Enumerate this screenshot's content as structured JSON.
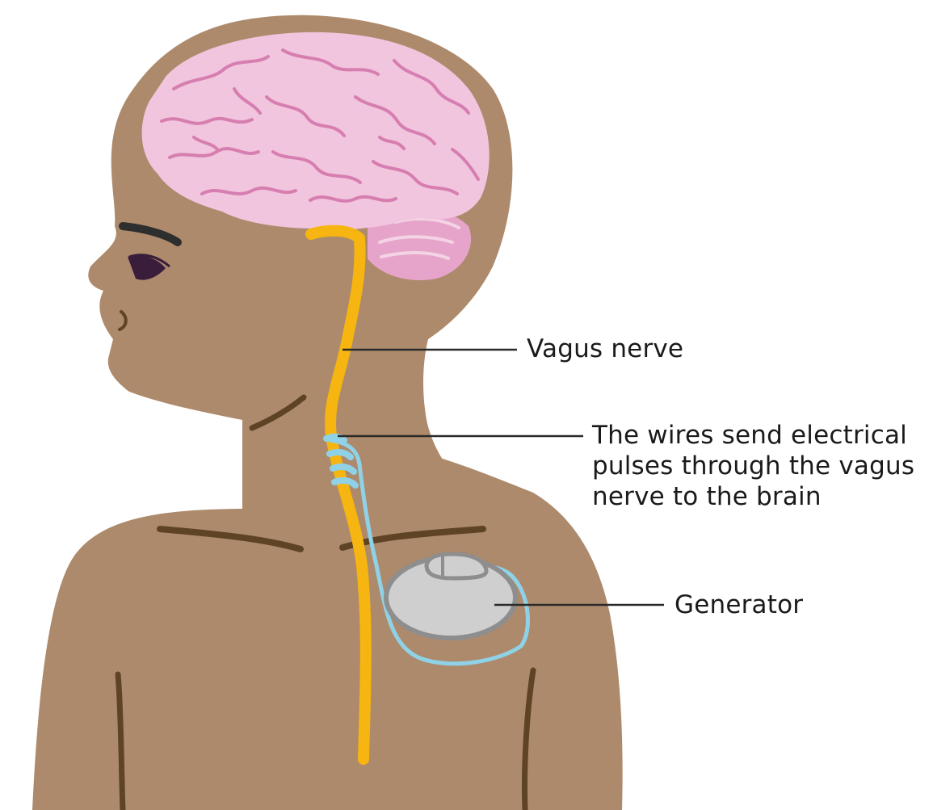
{
  "diagram": {
    "labels": {
      "vagus_nerve": "Vagus nerve",
      "wires": [
        "The wires send electrical",
        "pulses through the vagus",
        "nerve to the brain"
      ],
      "generator": "Generator"
    },
    "colors": {
      "background": "#ffffff",
      "skin": "#ad8a6c",
      "skin_line": "#5e4424",
      "brain_fill": "#f1c5dd",
      "brain_fold": "#d77eb1",
      "cerebellum_fill": "#e6a4cb",
      "nerve": "#f6b510",
      "wire": "#8fd2e8",
      "generator_fill": "#cfcfcf",
      "generator_stroke": "#8e8e8e",
      "eye": "#3a1d3b",
      "eyebrow": "#2e2e2e",
      "leader_line": "#2a2a2a"
    }
  }
}
